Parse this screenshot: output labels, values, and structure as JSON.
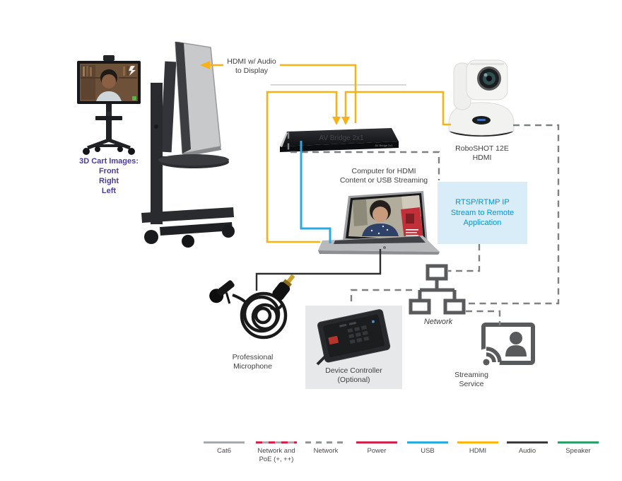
{
  "colors": {
    "hdmi": "#F9B216",
    "usb": "#29ABE2",
    "audio": "#2D2D2E",
    "dash": "#7E8083",
    "cat6": "#BDBFC1",
    "power": "#D2234A",
    "rtsp_bg": "#D9EDF8",
    "rtsp_text": "#0095D5",
    "cart_text": "#4A3C9C",
    "label": "#3E3F41"
  },
  "labels": {
    "hdmi_display": {
      "line1": "HDMI w/ Audio",
      "line2": "to Display"
    },
    "computer": {
      "line1": "Computer for HDMI",
      "line2": "Content or USB Streaming"
    },
    "camera": {
      "line1": "RoboSHOT 12E",
      "line2": "HDMI"
    },
    "rtsp": {
      "line1": "RTSP/RTMP IP",
      "line2": "Stream to Remote",
      "line3": "Application"
    },
    "cart": {
      "title": "3D Cart Images:",
      "line1": "Front",
      "line2": "Right",
      "line3": "Left"
    },
    "microphone": {
      "line1": "Professional",
      "line2": "Microphone"
    },
    "controller": {
      "line1": "Device Controller",
      "line2": "(Optional)"
    },
    "network": "Network",
    "streaming": {
      "line1": "Streaming",
      "line2": "Service"
    },
    "av_bridge": "AV Bridge 2x1"
  },
  "legend": {
    "items": [
      {
        "label": "Cat6",
        "style": "solid",
        "color": "#A7A9AC"
      },
      {
        "label": "Network and",
        "label2": "PoE (+, ++)",
        "style": "dash-red-gray",
        "color": "#D2234A",
        "color2": "#A7A9AC"
      },
      {
        "label": "Network",
        "style": "dashed",
        "color": "#939598"
      },
      {
        "label": "Power",
        "style": "solid",
        "color": "#D2234A"
      },
      {
        "label": "USB",
        "style": "solid",
        "color": "#29ABE2"
      },
      {
        "label": "HDMI",
        "style": "solid",
        "color": "#FBB615"
      },
      {
        "label": "Audio",
        "style": "solid",
        "color": "#3A3A3C"
      },
      {
        "label": "Speaker",
        "style": "solid",
        "color": "#2F9E68"
      }
    ]
  }
}
